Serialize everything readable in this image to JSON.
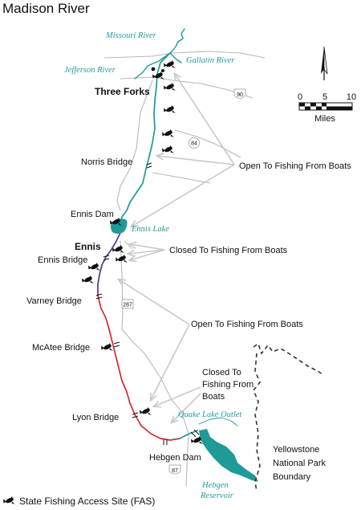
{
  "title": "Madison River",
  "colors": {
    "river_teal": "#1f9a99",
    "river_purple": "#5a3f9a",
    "river_red": "#d62b2b",
    "road": "#b8b8b8",
    "arrow": "#c8c8c8"
  },
  "rivers": {
    "missouri": "Missouri River",
    "jefferson": "Jefferson River",
    "gallatin": "Gallatin River"
  },
  "lakes": {
    "ennis_lake": "Ennis Lake",
    "quake_lake_outlet": "Quake Lake Outlet",
    "hebgen_reservoir": "Hebgen\nReservoir"
  },
  "places": {
    "three_forks": "Three Forks",
    "norris_bridge": "Norris Bridge",
    "ennis_dam": "Ennis Dam",
    "ennis": "Ennis",
    "ennis_bridge": "Ennis Bridge",
    "varney_bridge": "Varney Bridge",
    "mcatee_bridge": "McAtee Bridge",
    "lyon_bridge": "Lyon Bridge",
    "hebgen_dam": "Hebgen Dam"
  },
  "routes": [
    "90",
    "84",
    "287",
    "87"
  ],
  "callouts": {
    "open_upper": "Open To Fishing From Boats",
    "closed_middle": "Closed To Fishing From Boats",
    "open_lower": "Open To Fishing From Boats",
    "closed_lower": "Closed To\nFishing From\nBoats"
  },
  "park_boundary": "Yellowstone\nNational Park\nBoundary",
  "scale": {
    "ticks": [
      "0",
      "5",
      "10"
    ],
    "unit": "Miles"
  },
  "north_arrow_icon": "north-arrow-icon",
  "legend": {
    "icon": "fish-icon",
    "label": "State Fishing Access Site (FAS)"
  }
}
